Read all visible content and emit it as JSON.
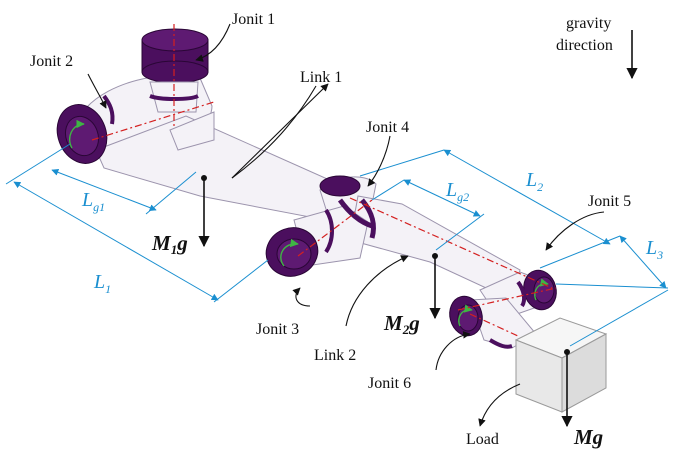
{
  "labels": {
    "joint1": "Jonit 1",
    "joint2": "Jonit 2",
    "joint3": "Jonit 3",
    "joint4": "Jonit 4",
    "joint5": "Jonit 5",
    "joint6": "Jonit 6",
    "link1": "Link 1",
    "link2": "Link 2",
    "load": "Load",
    "gravity_line1": "gravity",
    "gravity_line2": "direction"
  },
  "dimensions": {
    "lg1_main": "L",
    "lg1_sub": "g1",
    "l1_main": "L",
    "l1_sub": "1",
    "lg2_main": "L",
    "lg2_sub": "g2",
    "l2_main": "L",
    "l2_sub": "2",
    "l3_main": "L",
    "l3_sub": "3"
  },
  "forces": {
    "m1_main": "M",
    "m1_sub": "1",
    "m1_tail": "g",
    "m2_main": "M",
    "m2_sub": "2",
    "m2_tail": "g",
    "mg": "Mg"
  },
  "colors": {
    "joint": "#4b0f5e",
    "body": "#f4f2f7",
    "axis": "#d42020",
    "dimension": "#1a8fd0",
    "rotation": "#3fb544"
  }
}
